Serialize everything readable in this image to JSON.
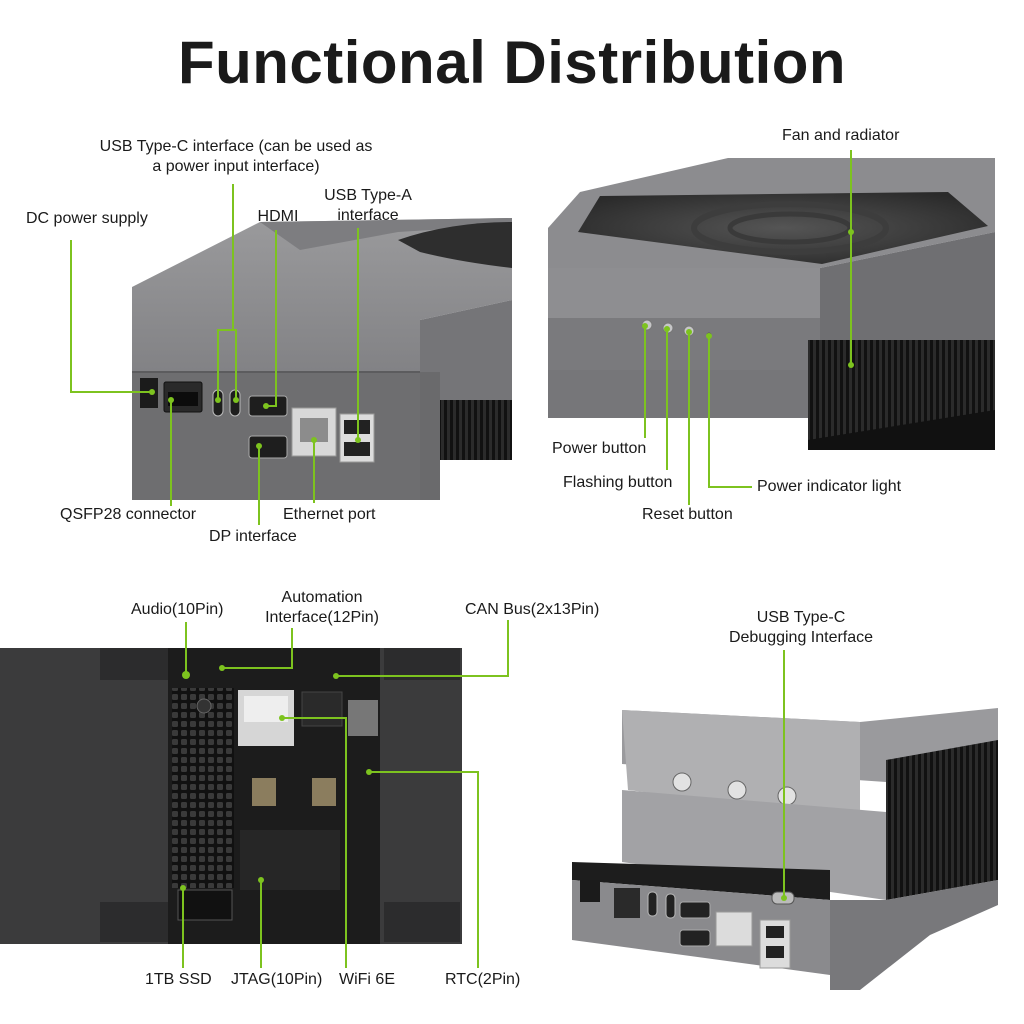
{
  "title": "Functional Distribution",
  "colors": {
    "accent": "#7dc31f",
    "device": "#8a8a8c",
    "board": "#1e1e1e"
  },
  "panels": {
    "front": {
      "labels": {
        "usb_c_1": "USB Type-C interface (can be used as",
        "usb_c_2": "a power input interface)",
        "dc_power": "DC power supply",
        "hdmi": "HDMI",
        "usb_a_1": "USB Type-A",
        "usb_a_2": "interface",
        "qsfp28": "QSFP28 connector",
        "ethernet": "Ethernet port",
        "dp": "DP interface"
      }
    },
    "back": {
      "labels": {
        "fan": "Fan and radiator",
        "power_button": "Power button",
        "flashing_button": "Flashing button",
        "reset_button": "Reset button",
        "power_led": "Power indicator light"
      }
    },
    "board": {
      "labels": {
        "audio": "Audio(10Pin)",
        "automation_1": "Automation",
        "automation_2": "Interface(12Pin)",
        "can_bus": "CAN Bus(2x13Pin)",
        "ssd": "1TB SSD",
        "jtag": "JTAG(10Pin)",
        "wifi": "WiFi 6E",
        "rtc": "RTC(2Pin)"
      }
    },
    "debug": {
      "labels": {
        "usb_c_debug_1": "USB Type-C",
        "usb_c_debug_2": "Debugging Interface"
      }
    }
  }
}
